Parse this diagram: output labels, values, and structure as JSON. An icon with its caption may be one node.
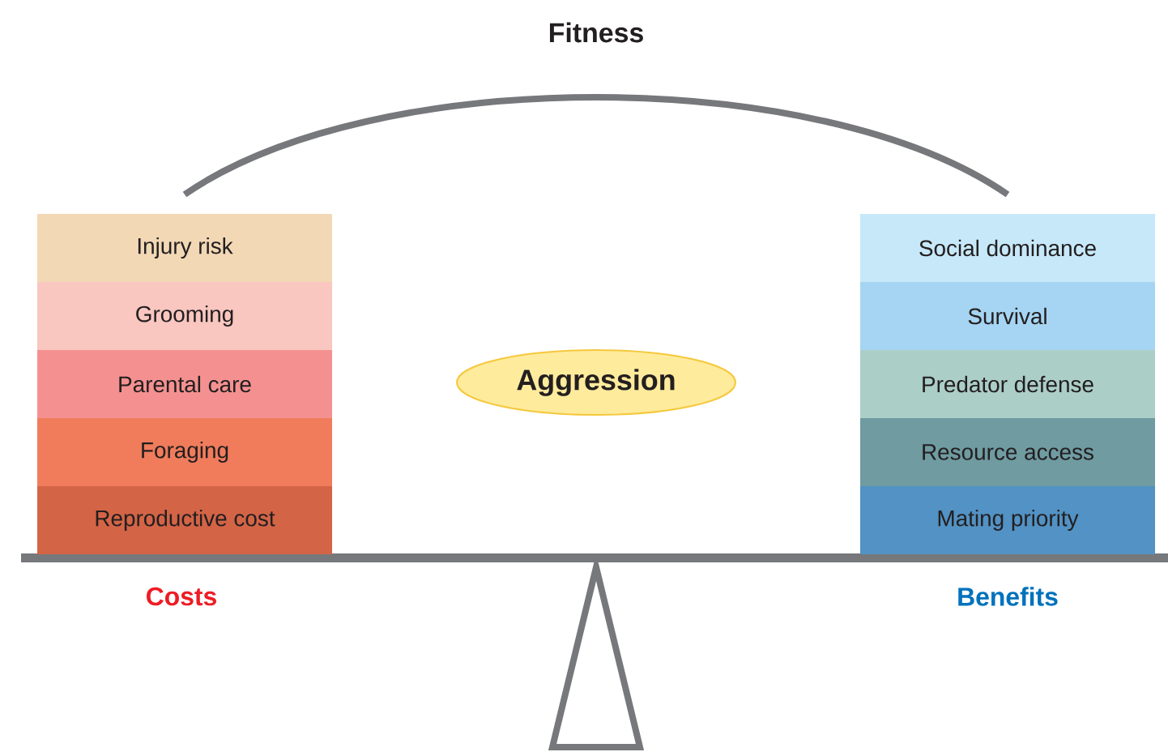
{
  "diagram": {
    "title": "Fitness",
    "nodes": [
      {
        "text": [
          "Injury risk"
        ]
      },
      {
        "text": [
          "Grooming"
        ]
      },
      {
        "text": [
          "Parental care"
        ]
      },
      {
        "text": [
          "Foraging"
        ]
      },
      {
        "text": [
          "Reproductive cost"
        ]
      },
      {
        "text": [
          "Aggression"
        ]
      },
      {
        "text": [
          "Social dominance"
        ]
      },
      {
        "text": [
          "Survival"
        ]
      },
      {
        "text": [
          "Predator defense"
        ]
      },
      {
        "text": [
          "Resource access"
        ]
      },
      {
        "text": [
          "Mating priority"
        ]
      }
    ],
    "labels": [
      "Costs",
      "Benefits"
    ]
  }
}
